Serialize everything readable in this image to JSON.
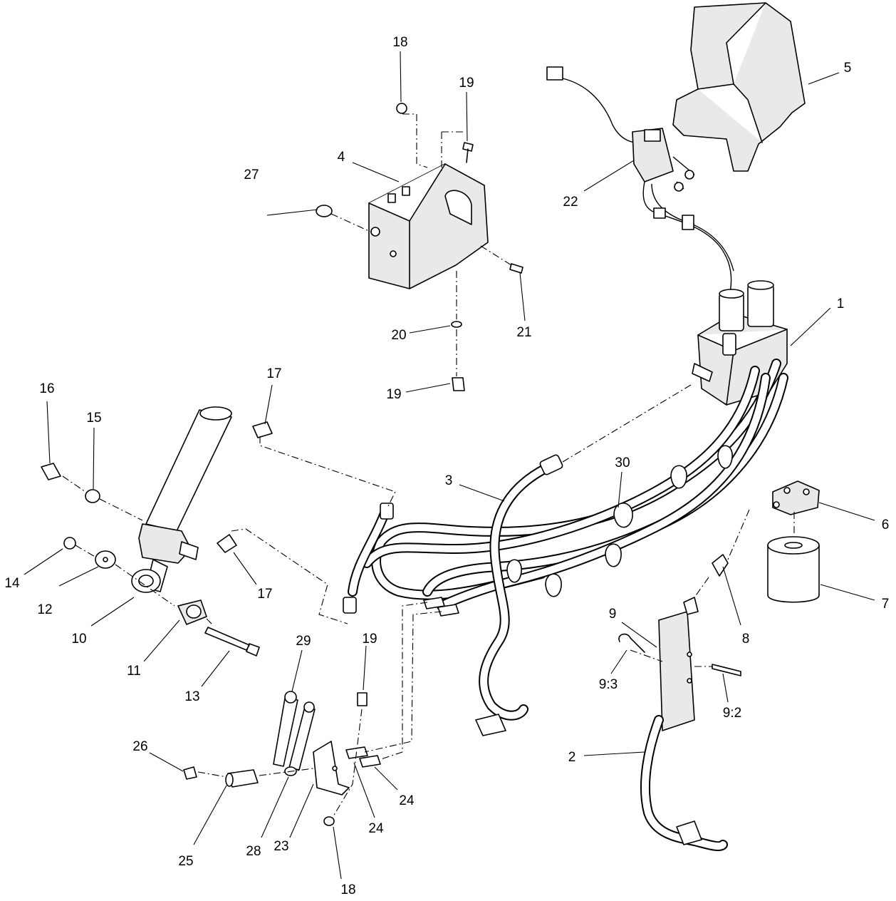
{
  "callouts": {
    "c1": "1",
    "c2": "2",
    "c3": "3",
    "c4": "4",
    "c5": "5",
    "c6": "6",
    "c7": "7",
    "c8": "8",
    "c9": "9",
    "c9_2": "9:2",
    "c9_3": "9:3",
    "c10": "10",
    "c11": "11",
    "c12": "12",
    "c13": "13",
    "c14": "14",
    "c15": "15",
    "c16": "16",
    "c17a": "17",
    "c17b": "17",
    "c18a": "18",
    "c18b": "18",
    "c19a": "19",
    "c19b": "19",
    "c19c": "19",
    "c20": "20",
    "c21": "21",
    "c22": "22",
    "c23": "23",
    "c24a": "24",
    "c24b": "24",
    "c25": "25",
    "c26": "26",
    "c27": "27",
    "c28": "28",
    "c29": "29",
    "c30": "30"
  },
  "colors": {
    "line": "#000000",
    "background": "#ffffff",
    "part_shade": "#e9e9e9"
  }
}
